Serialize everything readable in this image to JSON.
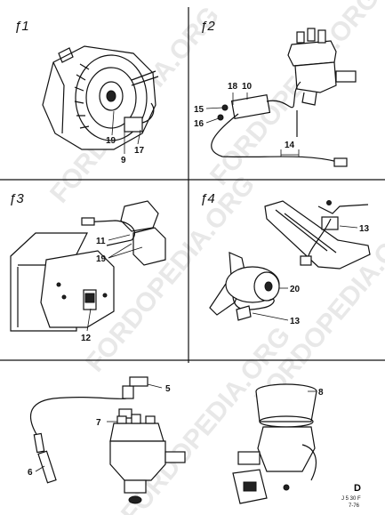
{
  "watermark": "FORDOPEDIA.ORG",
  "panels": [
    {
      "id": "ƒ1",
      "callouts": [
        "19",
        "9",
        "17"
      ]
    },
    {
      "id": "ƒ2",
      "callouts": [
        "18",
        "10",
        "15",
        "16",
        "14"
      ]
    },
    {
      "id": "ƒ3",
      "callouts": [
        "11",
        "19",
        "12"
      ]
    },
    {
      "id": "ƒ4",
      "callouts": [
        "13",
        "20",
        "13"
      ]
    },
    {
      "id": "",
      "callouts": [
        "5",
        "7",
        "6",
        "8"
      ]
    }
  ],
  "reference": {
    "code": "J 5 30 F",
    "date": "7-76",
    "logo": "D"
  },
  "colors": {
    "ink": "#111111",
    "watermark": "#d6d6d6"
  }
}
